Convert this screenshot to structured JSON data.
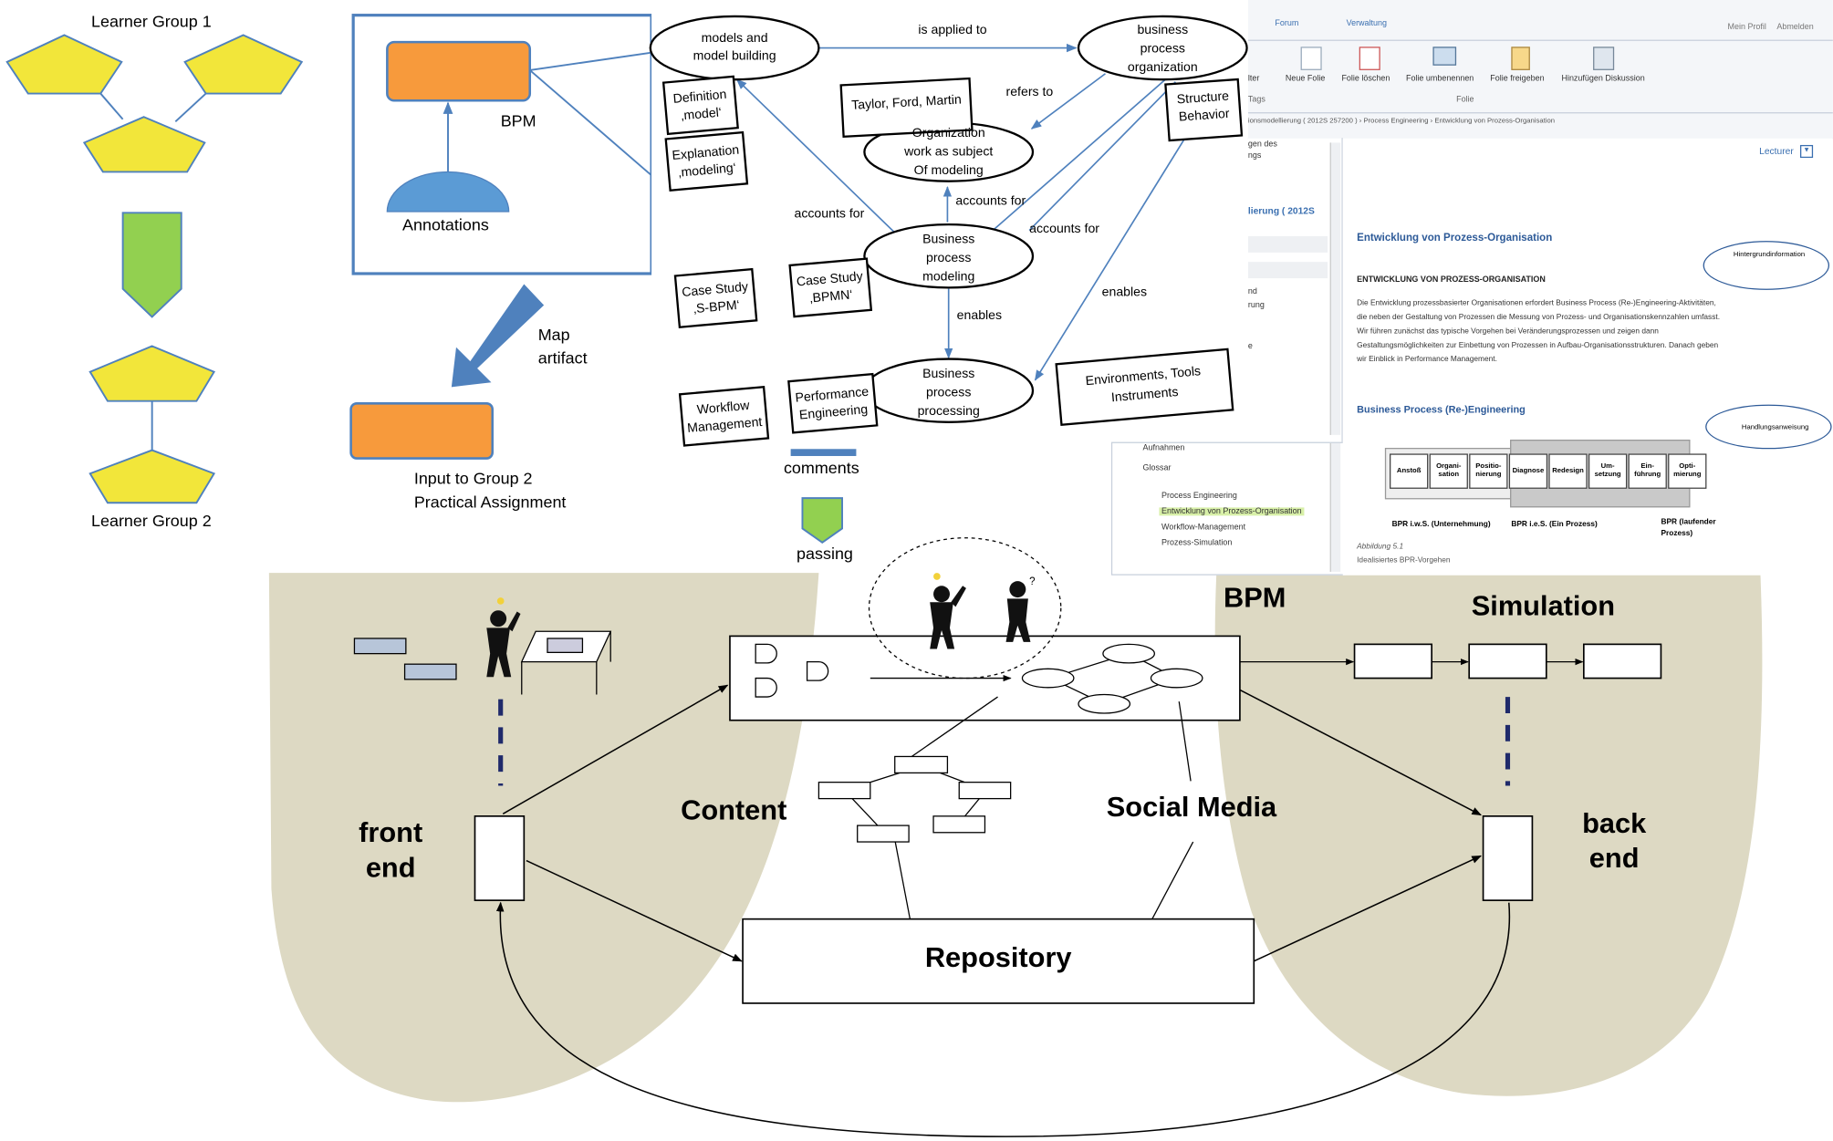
{
  "learner_groups": {
    "group1": "Learner Group 1",
    "group2": "Learner Group 2"
  },
  "bpm_inset": {
    "bpm_label": "BPM",
    "annotations_label": "Annotations",
    "map_artifact": "Map artifact",
    "input_group2_line1": "Input to Group 2",
    "input_group2_line2": "Practical Assignment"
  },
  "concept_map": {
    "nodes": {
      "models": [
        "models and",
        "model building"
      ],
      "organization": [
        "business",
        "process",
        "organization"
      ],
      "taylor": "Taylor, Ford, Martin",
      "org_subject": [
        "Organization",
        "work as subject",
        "Of modeling"
      ],
      "structure": [
        "Structure",
        "Behavior"
      ],
      "definition": [
        "Definition",
        "‚model‘"
      ],
      "explanation": [
        "Explanation",
        "‚modeling‘"
      ],
      "bp_modeling": [
        "Business",
        "process",
        "modeling"
      ],
      "case_spm": [
        "Case Study",
        "‚S-BPM‘"
      ],
      "case_bpmn": [
        "Case Study",
        "‚BPMN‘"
      ],
      "workflow": [
        "Workflow",
        "Management"
      ],
      "performance": [
        "Performance",
        "Engineering"
      ],
      "bp_processing": [
        "Business",
        "process",
        "processing"
      ],
      "environments": [
        "Environments, Tools",
        "Instruments"
      ]
    },
    "edges": {
      "is_applied_to": "is applied to",
      "refers_to": "refers to",
      "accounts_for_1": "accounts for",
      "accounts_for_2": "accounts for",
      "accounts_for_3": "accounts for",
      "enables_1": "enables",
      "enables_2": "enables"
    },
    "comments": "comments",
    "passing": "passing"
  },
  "lms_screenshot": {
    "menu_items": [
      "Forum",
      "Verwaltung"
    ],
    "top_links": [
      "Mein Profil",
      "Abmelden"
    ],
    "toolbar_buttons": [
      "lter",
      "Neue Folie",
      "Folie löschen",
      "Folie umbenennen",
      "Folie freigeben",
      "Hinzufügen Diskussion"
    ],
    "toolbar_group_tags": "Tags",
    "toolbar_group_folie": "Folie",
    "breadcrumb": [
      "ionsmodellierung ( 2012S 257200 )",
      "Process Engineering",
      "Entwicklung von Prozess-Organisation"
    ],
    "left_panel_fragments": [
      "gen des",
      "ngs",
      "lierung ( 2012S",
      "nd",
      "rung",
      "e"
    ],
    "role_select": "Lecturer",
    "heading": "Entwicklung von Prozess-Organisation",
    "background_info": "Hintergrundinformation",
    "subheading": "ENTWICKLUNG VON PROZESS-ORGANISATION",
    "paragraph_lines": [
      "Die Entwicklung prozessbasierter Organisationen erfordert Business Process (Re-)Engineering-Aktivitäten,",
      "die neben der Gestaltung von Prozessen die Messung von Prozess- und Organisationskennzahlen umfasst.",
      "Wir führen zunächst das typische Vorgehen bei Veränderungsprozessen und zeigen dann",
      "Gestaltungsmöglichkeiten zur Einbettung von Prozessen in Aufbau-Organisationsstrukturen. Danach geben",
      "wir Einblick in Performance Management."
    ],
    "bpr_heading": "Business Process (Re-)Engineering",
    "action_instruction": "Handlungsanweisung",
    "bpr_steps": [
      "Anstoß",
      "Organi-sation",
      "Positio-nierung",
      "Diagnose",
      "Redesign",
      "Um-setzung",
      "Ein-führung",
      "Opti-mierung"
    ],
    "bpr_labels": [
      "BPR i.w.S. (Unternehmung)",
      "BPR i.e.S. (Ein Prozess)",
      "BPR (laufender Prozess)"
    ],
    "figure_number": "Abbildung 5.1",
    "figure_caption": "Idealisiertes BPR-Vorgehen",
    "tree_items": [
      "Aufnahmen",
      "Glossar",
      "Process Engineering",
      "Entwicklung von Prozess-Organisation",
      "Workflow-Management",
      "Prozess-Simulation"
    ]
  },
  "architecture": {
    "front_end": [
      "front",
      "end"
    ],
    "back_end": [
      "back",
      "end"
    ],
    "content": "Content",
    "social_media": "Social Media",
    "repository": "Repository",
    "bpm": "BPM",
    "simulation": "Simulation"
  },
  "colors": {
    "yellow": "#f2e63a",
    "green": "#92d050",
    "orange": "#f79a3c",
    "blue": "#4f81bd",
    "beige": "#ddd9c3",
    "navy": "#1f2a6b",
    "highlight": "#d8f0a8"
  }
}
